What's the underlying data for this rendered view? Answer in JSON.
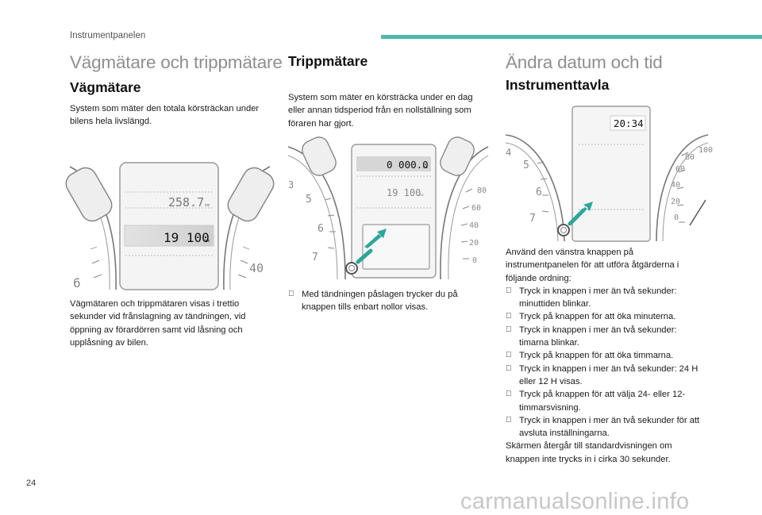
{
  "header": {
    "section_title": "Instrumentpanelen",
    "accent_color": "#4fb8ad"
  },
  "col1": {
    "title": "Vägmätare och trippmätare",
    "subtitle": "Vägmätare",
    "intro": "System som mäter den totala körsträckan under bilens hela livslängd.",
    "figure": {
      "trip_value": "258.7",
      "trip_unit": "km",
      "total_value": "19 100",
      "total_unit": "km",
      "gauge_left_number": "6",
      "gauge_right_number": "40"
    },
    "note": "Vägmätaren och trippmätaren visas i trettio sekunder vid frånslagning av tändningen, vid öppning av förardörren samt vid låsning och upplåsning av bilen."
  },
  "col2": {
    "title": "Trippmätare",
    "intro": "System som mäter en körsträcka under en dag eller annan tidsperiod från en nollställning som föraren har gjort.",
    "figure": {
      "trip_value": "0 000.0",
      "trip_unit": "km",
      "total_value": "19 100",
      "total_unit": "km",
      "left_scale": [
        "3",
        "5",
        "6",
        "7"
      ],
      "right_scale": [
        "80",
        "60",
        "40",
        "20",
        "0"
      ]
    },
    "step": {
      "bullet": "",
      "text": "Med tändningen påslagen trycker du på knappen tills enbart nollor visas."
    }
  },
  "col3": {
    "title": "Ändra datum och tid",
    "subtitle": "Instrumenttavla",
    "figure": {
      "clock": "20:34",
      "left_scale": [
        "4",
        "5",
        "6",
        "7"
      ],
      "right_scale": [
        "100",
        "80",
        "60",
        "40",
        "20",
        "0"
      ]
    },
    "intro": "Använd den vänstra knappen på instrumentpanelen för att utföra åtgärderna i följande ordning:",
    "steps": [
      {
        "bullet": "",
        "text": "Tryck in knappen i mer än två sekunder: minuttiden blinkar."
      },
      {
        "bullet": "",
        "text": "Tryck på knappen för att öka minuterna."
      },
      {
        "bullet": "",
        "text": "Tryck in knappen i mer än två sekunder: timarna blinkar."
      },
      {
        "bullet": "",
        "text": "Tryck på knappen för att öka timmarna."
      },
      {
        "bullet": "",
        "text": "Tryck in knappen i mer än två sekunder: 24 H eller 12 H visas."
      },
      {
        "bullet": "",
        "text": "Tryck på knappen för att välja 24- eller 12-timmarsvisning."
      },
      {
        "bullet": "",
        "text": "Tryck in knappen i mer än två sekunder för att avsluta inställningarna."
      }
    ],
    "outro": "Skärmen återgår till standardvisningen om knappen inte trycks in i cirka 30 sekunder."
  },
  "page_number": "24",
  "watermark": "carmanualsonline.info"
}
